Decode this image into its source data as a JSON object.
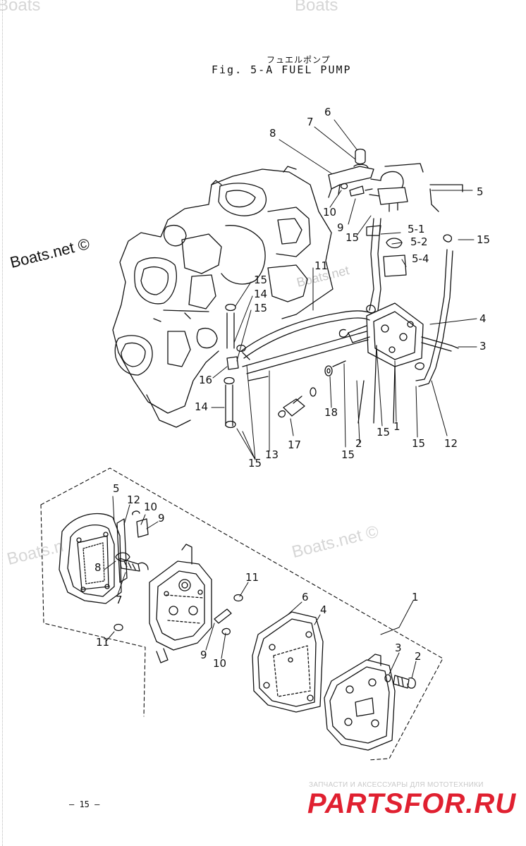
{
  "watermarks": {
    "top_left": "Boats",
    "top_right": "Boats",
    "left_mid": "Boats.net ©",
    "engine_mid": "Boats.net",
    "lower_left": "Boats.n",
    "lower_right": "Boats.net ©"
  },
  "header": {
    "japanese_title": "フュエルポンプ",
    "figure_title": "Fig. 5-A   FUEL  PUMP"
  },
  "callouts_upper": [
    {
      "id": "u-6",
      "label": "6"
    },
    {
      "id": "u-7",
      "label": "7"
    },
    {
      "id": "u-8",
      "label": "8"
    },
    {
      "id": "u-5",
      "label": "5"
    },
    {
      "id": "u-10",
      "label": "10"
    },
    {
      "id": "u-9",
      "label": "9"
    },
    {
      "id": "u-15a",
      "label": "15"
    },
    {
      "id": "u-5-1",
      "label": "5-1"
    },
    {
      "id": "u-15b",
      "label": "15"
    },
    {
      "id": "u-5-2",
      "label": "5-2"
    },
    {
      "id": "u-5-4",
      "label": "5-4"
    },
    {
      "id": "u-11",
      "label": "11"
    },
    {
      "id": "u-15c",
      "label": "15"
    },
    {
      "id": "u-14a",
      "label": "14"
    },
    {
      "id": "u-15d",
      "label": "15"
    },
    {
      "id": "u-4",
      "label": "4"
    },
    {
      "id": "u-3",
      "label": "3"
    },
    {
      "id": "u-16",
      "label": "16"
    },
    {
      "id": "u-14b",
      "label": "14"
    },
    {
      "id": "u-18",
      "label": "18"
    },
    {
      "id": "u-15e",
      "label": "15"
    },
    {
      "id": "u-1",
      "label": "1"
    },
    {
      "id": "u-15f",
      "label": "15"
    },
    {
      "id": "u-12",
      "label": "12"
    },
    {
      "id": "u-2",
      "label": "2"
    },
    {
      "id": "u-17",
      "label": "17"
    },
    {
      "id": "u-15g",
      "label": "15"
    },
    {
      "id": "u-13",
      "label": "13"
    },
    {
      "id": "u-15h",
      "label": "15"
    }
  ],
  "callouts_lower": [
    {
      "id": "l-5",
      "label": "5"
    },
    {
      "id": "l-12",
      "label": "12"
    },
    {
      "id": "l-10a",
      "label": "10"
    },
    {
      "id": "l-9a",
      "label": "9"
    },
    {
      "id": "l-8",
      "label": "8"
    },
    {
      "id": "l-7",
      "label": "7"
    },
    {
      "id": "l-11a",
      "label": "11"
    },
    {
      "id": "l-11b",
      "label": "11"
    },
    {
      "id": "l-6",
      "label": "6"
    },
    {
      "id": "l-4",
      "label": "4"
    },
    {
      "id": "l-1",
      "label": "1"
    },
    {
      "id": "l-9b",
      "label": "9"
    },
    {
      "id": "l-10b",
      "label": "10"
    },
    {
      "id": "l-3",
      "label": "3"
    },
    {
      "id": "l-2",
      "label": "2"
    }
  ],
  "footer": {
    "page_number": "– 15 –",
    "shop_tagline": "ЗАПЧАСТИ И АКСЕССУАРЫ ДЛЯ МОТОТЕХНИКИ",
    "shop_logo": "PARTSFOR.RU"
  },
  "colors": {
    "watermark_gray": "#d6d6d6",
    "logo_red": "#e02030",
    "ink": "#111111"
  }
}
